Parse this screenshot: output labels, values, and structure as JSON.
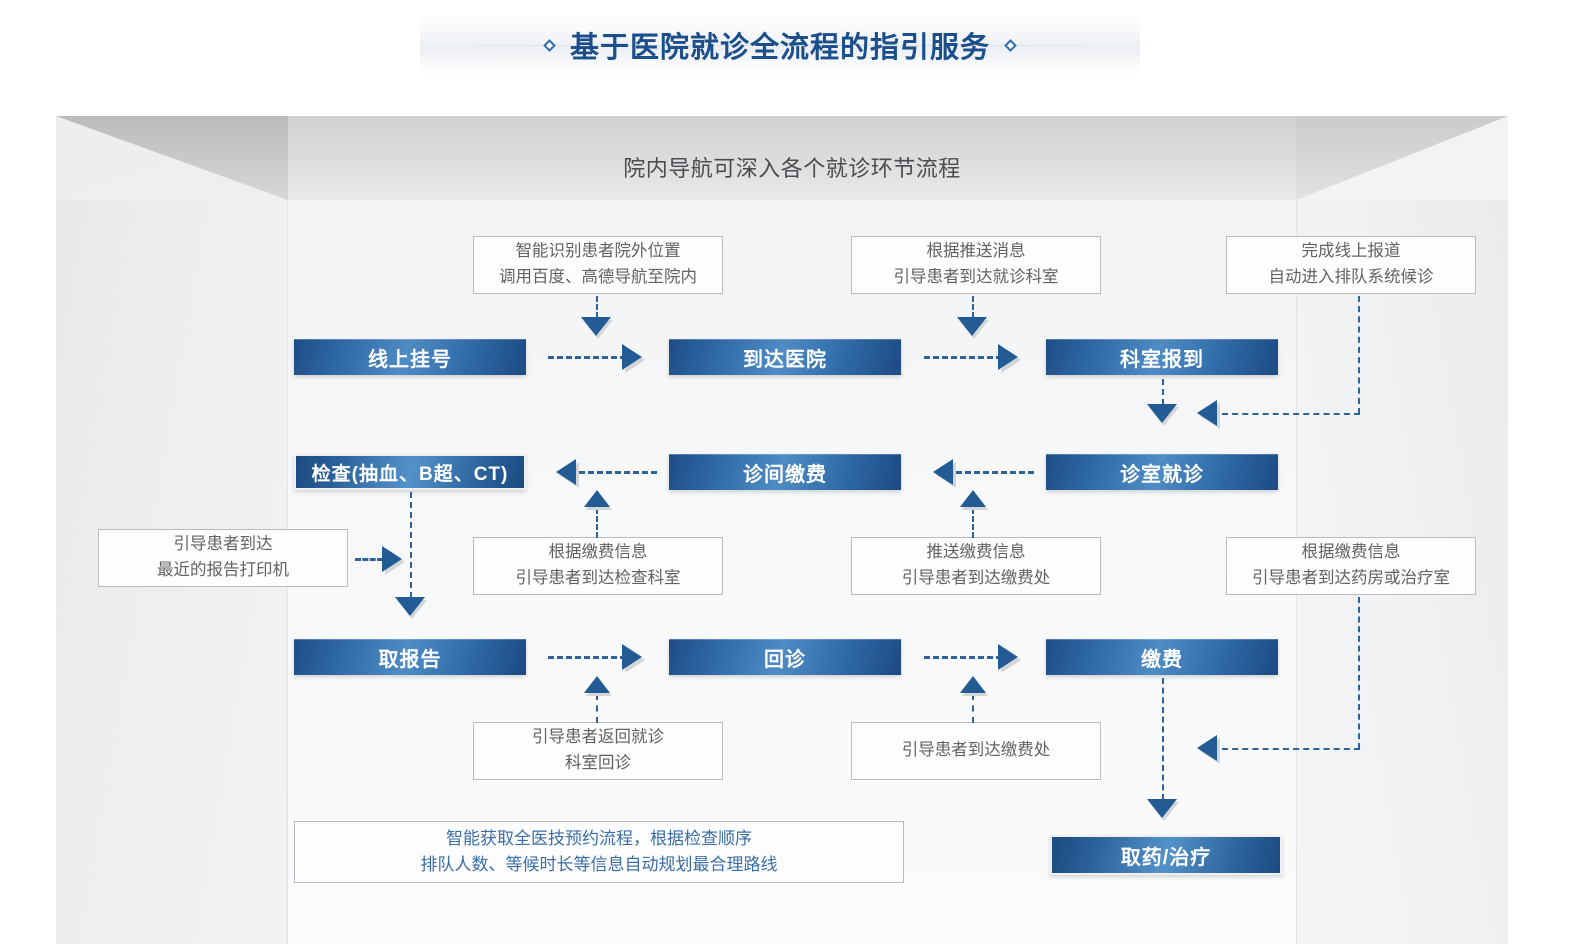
{
  "header": {
    "title": "基于医院就诊全流程的指引服务",
    "left_diamond": "diamond-icon",
    "right_diamond": "diamond-icon"
  },
  "canvas": {
    "subtitle": "院内导航可深入各个就诊环节流程"
  },
  "process_steps": {
    "row1": [
      {
        "id": "online-registration",
        "label": "线上挂号"
      },
      {
        "id": "arrive-hospital",
        "label": "到达医院"
      },
      {
        "id": "department-checkin",
        "label": "科室报到"
      }
    ],
    "row2": [
      {
        "id": "examination",
        "label": "检查(抽血、B超、CT)"
      },
      {
        "id": "in-clinic-payment",
        "label": "诊间缴费"
      },
      {
        "id": "consultation",
        "label": "诊室就诊"
      }
    ],
    "row3": [
      {
        "id": "collect-report",
        "label": "取报告"
      },
      {
        "id": "return-visit",
        "label": "回诊"
      },
      {
        "id": "payment",
        "label": "缴费"
      }
    ],
    "final": {
      "id": "medicine-treatment",
      "label": "取药/治疗"
    }
  },
  "notes": {
    "n1": {
      "line1": "智能识别患者院外位置",
      "line2": "调用百度、高德导航至院内"
    },
    "n2": {
      "line1": "根据推送消息",
      "line2": "引导患者到达就诊科室"
    },
    "n3": {
      "line1": "完成线上报道",
      "line2": "自动进入排队系统候诊"
    },
    "n4": {
      "line1": "引导患者到达",
      "line2": "最近的报告打印机"
    },
    "n5": {
      "line1": "根据缴费信息",
      "line2": "引导患者到达检查科室"
    },
    "n6": {
      "line1": "推送缴费信息",
      "line2": "引导患者到达缴费处"
    },
    "n7": {
      "line1": "根据缴费信息",
      "line2": "引导患者到达药房或治疗室"
    },
    "n8": {
      "line1": "引导患者返回就诊",
      "line2": "科室回诊"
    },
    "n9": {
      "line1": "引导患者到达缴费处",
      "line2": ""
    },
    "n10": {
      "line1": "智能获取全医技预约流程，根据检查顺序",
      "line2": "排队人数、等候时长等信息自动规划最合理路线"
    }
  },
  "colors": {
    "title_blue": "#1b4f8c",
    "box_blue_dark": "#1f4d86",
    "box_blue_light": "#4f8cc4",
    "connector_blue": "#2f6298",
    "note_text": "#606264",
    "note_blue_text": "#3a6ea8"
  }
}
